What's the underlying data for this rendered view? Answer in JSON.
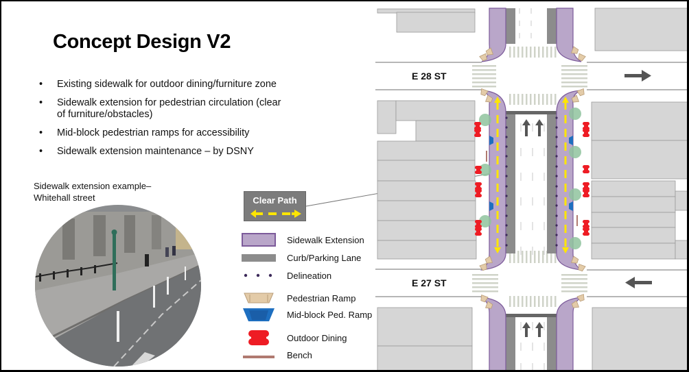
{
  "slide": {
    "title": "Concept Design V2",
    "bullets": [
      {
        "marker": "•",
        "text": "Existing sidewalk for outdoor dining/furniture zone"
      },
      {
        "marker": "•",
        "text": "Sidewalk extension for pedestrian circulation (clear of furniture/obstacles)"
      },
      {
        "marker": "•",
        "text": "Mid-block pedestrian ramps for accessibility"
      },
      {
        "marker": "•",
        "text": "Sidewalk extension maintenance – by DSNY"
      }
    ],
    "photo_caption_line1": "Sidewalk extension example–",
    "photo_caption_line2": "Whitehall street",
    "photo_description": "Street view photo of Whitehall street showing sidewalk extension with white delineator posts"
  },
  "callout": {
    "label": "Clear Path",
    "icon": "double-headed-dashed-arrow-icon",
    "color": "#ffe600"
  },
  "legend": {
    "items": [
      {
        "label": "Sidewalk Extension",
        "icon": "purple-rectangle-swatch",
        "color": "#b9a6c9"
      },
      {
        "label": "Curb/Parking Lane",
        "icon": "gray-bar-swatch",
        "color": "#8c8c8c"
      },
      {
        "label": "Delineation",
        "icon": "dots-swatch",
        "color": "#3d2a5a"
      },
      {
        "label": "Pedestrian Ramp",
        "icon": "tan-trapezoid-swatch",
        "color": "#e3cba8"
      },
      {
        "label": "Mid-block Ped. Ramp",
        "icon": "blue-trapezoid-swatch",
        "color": "#1e6fc0"
      },
      {
        "label": "Outdoor Dining",
        "icon": "red-table-swatch",
        "color": "#ee1c24"
      },
      {
        "label": "Bench",
        "icon": "brown-bar-swatch",
        "color": "#b07a70"
      }
    ]
  },
  "map": {
    "streets": [
      {
        "name": "E 28 ST",
        "direction": "east",
        "arrow_icon": "arrow-right-icon"
      },
      {
        "name": "E 27 ST",
        "direction": "west",
        "arrow_icon": "arrow-left-icon"
      }
    ],
    "avenue_direction": "north",
    "colors": {
      "building": "#d6d6d6",
      "sidewalk_extension": "#b9a6c9",
      "sidewalk_outline": "#7c5a9a",
      "curb": "#8c8c8c",
      "tree": "#8fc39e",
      "dining": "#ee1c24",
      "arrow": "#555555"
    }
  }
}
